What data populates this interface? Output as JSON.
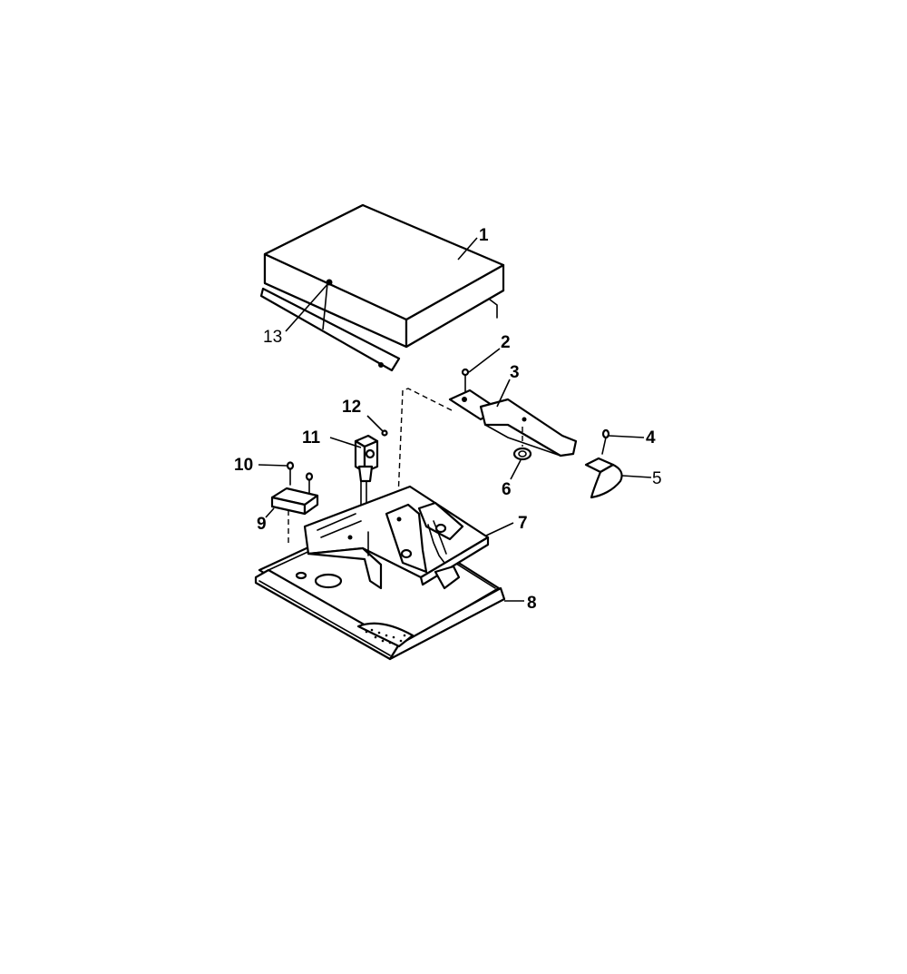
{
  "callouts": {
    "c1": "1",
    "c2": "2",
    "c3": "3",
    "c4": "4",
    "c5": "5",
    "c6": "6",
    "c7": "7",
    "c8": "8",
    "c9": "9",
    "c10": "10",
    "c11": "11",
    "c12": "12",
    "c13": "13"
  },
  "colors": {
    "ink": "#000000",
    "paper": "#ffffff"
  }
}
